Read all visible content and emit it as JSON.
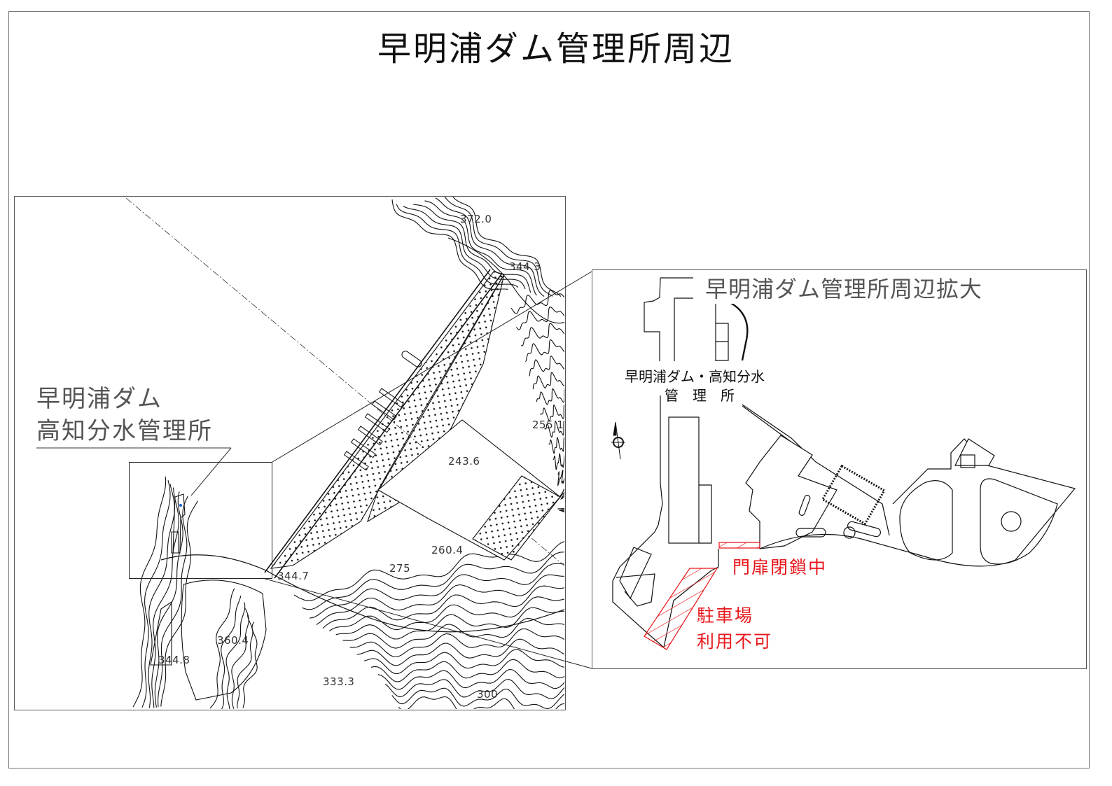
{
  "title": "早明浦ダム管理所周辺",
  "overview_map": {
    "facility_label_line1": "早明浦ダム",
    "facility_label_line2": "高知分水管理所",
    "elevations": [
      "372.0",
      "344.3",
      "255.1",
      "243.6",
      "260.4",
      "275",
      "344.7",
      "360.4",
      "344.8",
      "333.3",
      "300"
    ]
  },
  "detail_map": {
    "title": "早明浦ダム管理所周辺拡大",
    "building_label_line1": "早明浦ダム・高知分水",
    "building_label_line2": "管　理　所",
    "gate_notice": "門扉閉鎖中",
    "parking_notice_line1": "駐車場",
    "parking_notice_line2": "利用不可",
    "notice_color": "#e8161b"
  }
}
